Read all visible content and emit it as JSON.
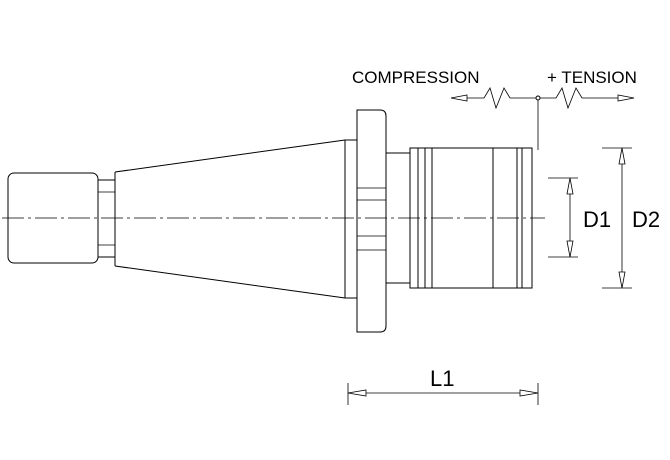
{
  "diagram": {
    "type": "technical-drawing",
    "subject": "tension-compression tapping chuck holder",
    "labels": {
      "compression": "COMPRESSION",
      "tension": "+ TENSION",
      "d1": "D1",
      "d2": "D2",
      "l1": "L1"
    }
  }
}
